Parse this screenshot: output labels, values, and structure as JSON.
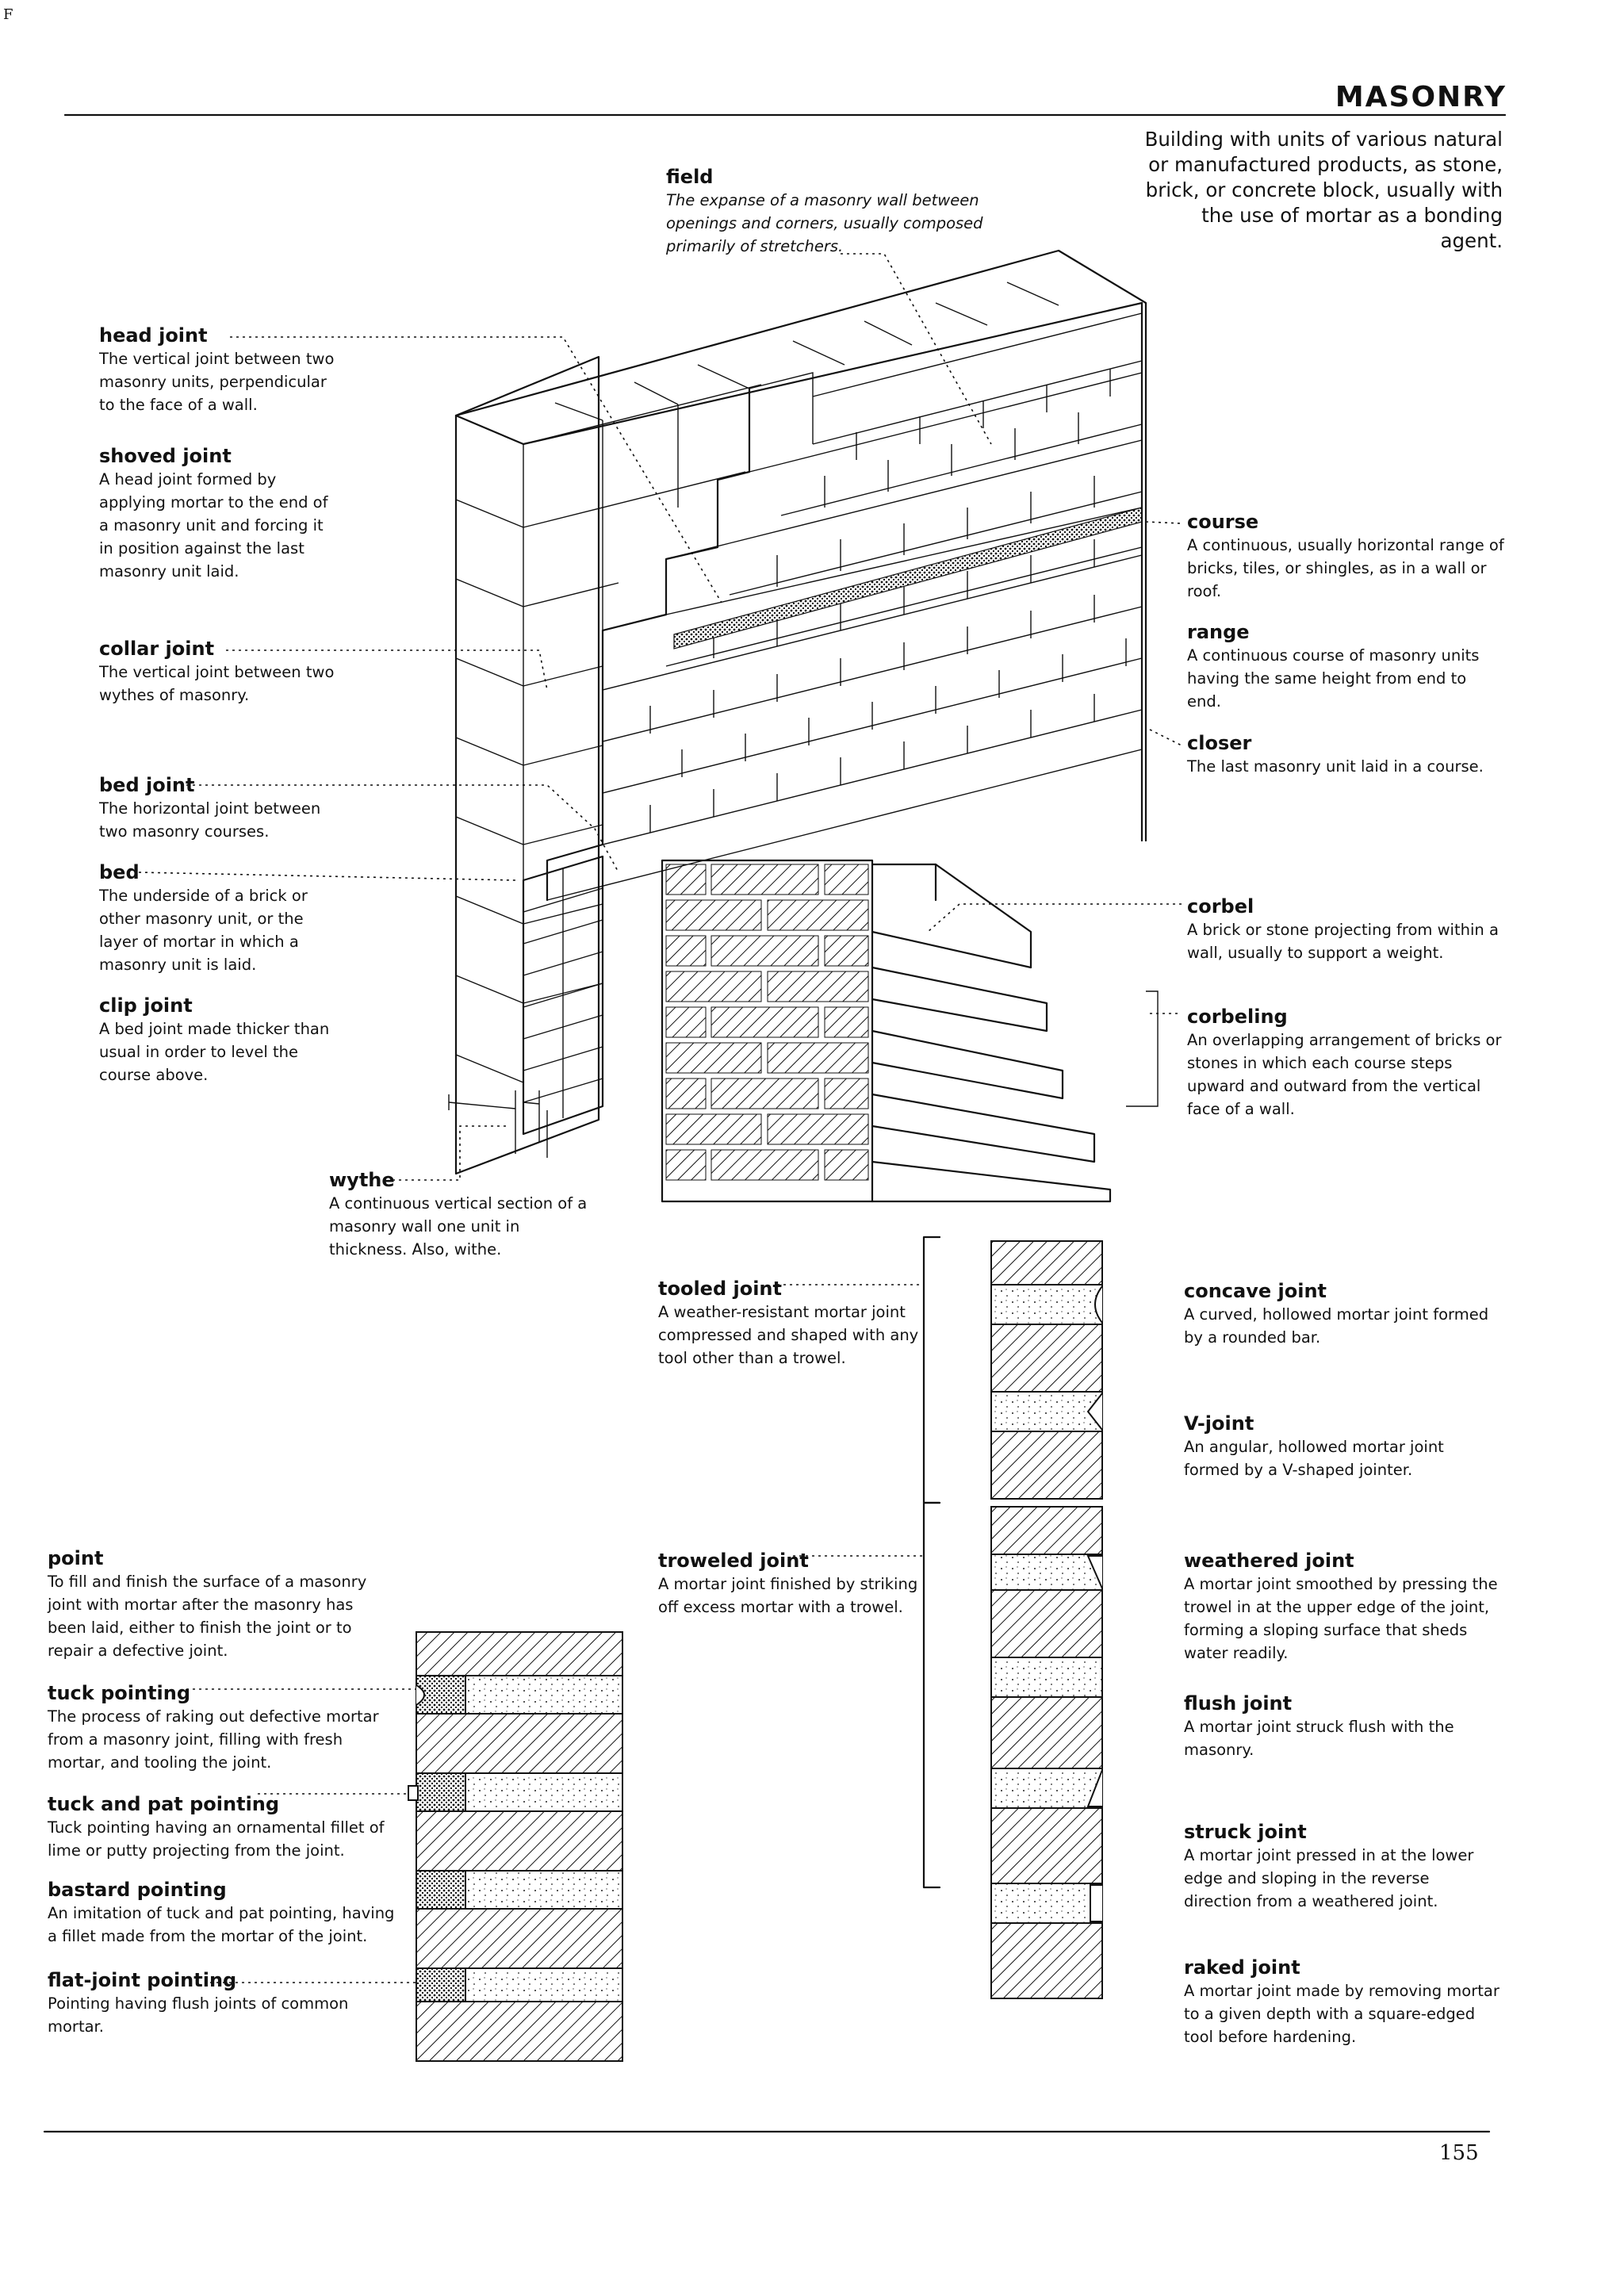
{
  "header": {
    "title": "MASONRY",
    "marginalia": "F"
  },
  "intro": "Building with units of various natural or manufactured products, as stone, brick, or concrete block, usually with the use of mortar as a bonding agent.",
  "terms": {
    "field": {
      "term": "field",
      "def": "The expanse of a masonry wall between openings and corners, usually composed primarily of stretchers."
    },
    "head_joint": {
      "term": "head joint",
      "def": "The vertical joint between two masonry units, perpendicular to the face of a wall."
    },
    "shoved_joint": {
      "term": "shoved joint",
      "def": "A head joint formed by applying mortar to the end of a masonry unit and forcing it in position against the last masonry unit laid."
    },
    "collar_joint": {
      "term": "collar joint",
      "def": "The vertical joint between two wythes of masonry."
    },
    "bed_joint": {
      "term": "bed joint",
      "def": "The horizontal joint between two masonry courses."
    },
    "bed": {
      "term": "bed",
      "def": "The underside of a brick or other masonry unit, or the layer of mortar in which a masonry unit is laid."
    },
    "clip_joint": {
      "term": "clip joint",
      "def": "A bed joint made thicker than usual in order to level the course above."
    },
    "wythe": {
      "term": "wythe",
      "def": "A continuous vertical section of a masonry wall one unit in thickness. Also, withe."
    },
    "course": {
      "term": "course",
      "def": "A continuous, usually horizontal range of bricks, tiles, or shingles, as in a wall or roof."
    },
    "range": {
      "term": "range",
      "def": "A continuous course of masonry units having the same height from end to end."
    },
    "closer": {
      "term": "closer",
      "def": "The last masonry unit laid in a course."
    },
    "corbel": {
      "term": "corbel",
      "def": "A brick or stone projecting from within a wall, usually to support a weight."
    },
    "corbeling": {
      "term": "corbeling",
      "def": "An overlapping arrangement of bricks or stones in which each course steps upward and outward from the vertical face of a wall."
    },
    "tooled_joint": {
      "term": "tooled joint",
      "def": "A weather-resistant mortar joint compressed and shaped with any tool other than a trowel."
    },
    "troweled_joint": {
      "term": "troweled joint",
      "def": "A mortar joint finished by striking off excess mortar with a trowel."
    },
    "concave_joint": {
      "term": "concave joint",
      "def": "A curved, hollowed mortar joint formed by a rounded bar."
    },
    "v_joint": {
      "term": "V-joint",
      "def": "An angular, hollowed mortar joint formed by a V-shaped jointer."
    },
    "weathered_joint": {
      "term": "weathered joint",
      "def": "A mortar joint smoothed by pressing the trowel in at the upper edge of the joint, forming a sloping surface that sheds water readily."
    },
    "flush_joint": {
      "term": "flush joint",
      "def": "A mortar joint struck flush with the masonry."
    },
    "struck_joint": {
      "term": "struck joint",
      "def": "A mortar joint pressed in at the lower edge and sloping in the reverse direction from a weathered joint."
    },
    "raked_joint": {
      "term": "raked joint",
      "def": "A mortar joint made by removing mortar to a given depth with a square-edged tool before hardening."
    },
    "point": {
      "term": "point",
      "def": "To fill and finish the surface of a masonry joint with mortar after the masonry has been laid, either to finish the joint or to repair a defective joint."
    },
    "tuck_pointing": {
      "term": "tuck pointing",
      "def": "The process of raking out defective mortar from a masonry joint, filling with fresh mortar, and tooling the joint."
    },
    "tuck_and_pat_pointing": {
      "term": "tuck and pat pointing",
      "def": "Tuck pointing having an ornamental fillet of lime or putty projecting from the joint."
    },
    "bastard_pointing": {
      "term": "bastard pointing",
      "def": "An imitation of tuck and pat pointing, having a fillet made from the mortar of the joint."
    },
    "flat_joint_pointing": {
      "term": "flat-joint pointing",
      "def": "Pointing having flush joints of common mortar."
    }
  },
  "footer": {
    "page_number": "155"
  }
}
